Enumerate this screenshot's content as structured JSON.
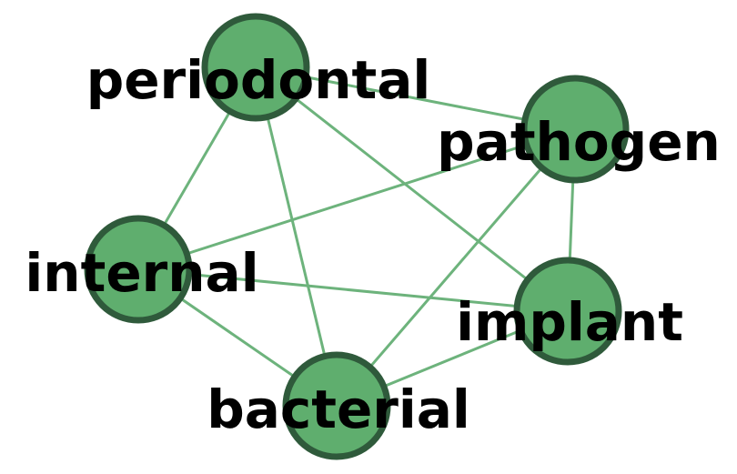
{
  "diagram": {
    "nodes": [
      {
        "id": "periodontal",
        "label": "periodontal"
      },
      {
        "id": "pathogen",
        "label": "pathogen"
      },
      {
        "id": "internal",
        "label": "internal"
      },
      {
        "id": "implant",
        "label": "implant"
      },
      {
        "id": "bacterial",
        "label": "bacterial"
      }
    ],
    "edges": [
      [
        "periodontal",
        "pathogen"
      ],
      [
        "periodontal",
        "internal"
      ],
      [
        "periodontal",
        "implant"
      ],
      [
        "periodontal",
        "bacterial"
      ],
      [
        "pathogen",
        "internal"
      ],
      [
        "pathogen",
        "implant"
      ],
      [
        "pathogen",
        "bacterial"
      ],
      [
        "internal",
        "implant"
      ],
      [
        "internal",
        "bacterial"
      ],
      [
        "implant",
        "bacterial"
      ]
    ],
    "colors": {
      "node_fill": "#5fae6e",
      "node_stroke": "#2f5a3b",
      "edge": "#6db37c",
      "label": "#000000"
    }
  }
}
